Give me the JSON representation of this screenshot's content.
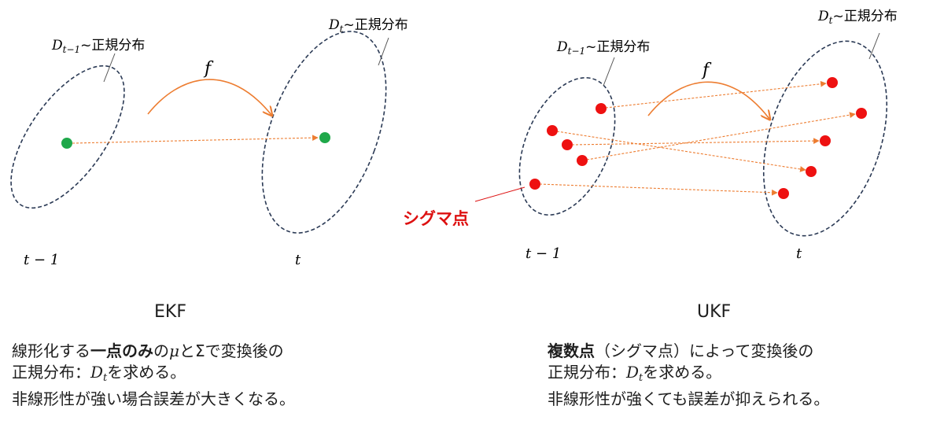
{
  "diagram": {
    "f_label": "f",
    "dist_symbol": "D",
    "dist_sub_prev": "t−1",
    "dist_sub_next": "t",
    "dist_suffix": "~正規分布",
    "time_prev": "t − 1",
    "time_next": "t",
    "sigma_label": "シグマ点",
    "colors": {
      "ellipse": "#2b3a55",
      "arrow": "#ed7d31",
      "ekf_point": "#1fa84a",
      "sigma_point": "#ee1111",
      "sigma_label": "#dd1111"
    }
  },
  "ekf": {
    "title": "EKF",
    "desc": {
      "l1_pre": "線形化する",
      "l1_bold": "一点のみ",
      "l1_mid1": "の",
      "l1_mu": "μ",
      "l1_mid2": "と",
      "l1_sigma": "Σ",
      "l1_post": "で変換後の",
      "l2_pre": "正規分布：",
      "l2_D": "D",
      "l2_sub": "t",
      "l2_post": "を求める。",
      "l3": "非線形性が強い場合誤差が大きくなる。"
    }
  },
  "ukf": {
    "title": "UKF",
    "desc": {
      "l1_bold": "複数点",
      "l1_post": "（シグマ点）によって変換後の",
      "l2_pre": "正規分布：",
      "l2_D": "D",
      "l2_sub": "t",
      "l2_post": "を求める。",
      "l3": "非線形性が強くても誤差が抑えられる。"
    }
  }
}
